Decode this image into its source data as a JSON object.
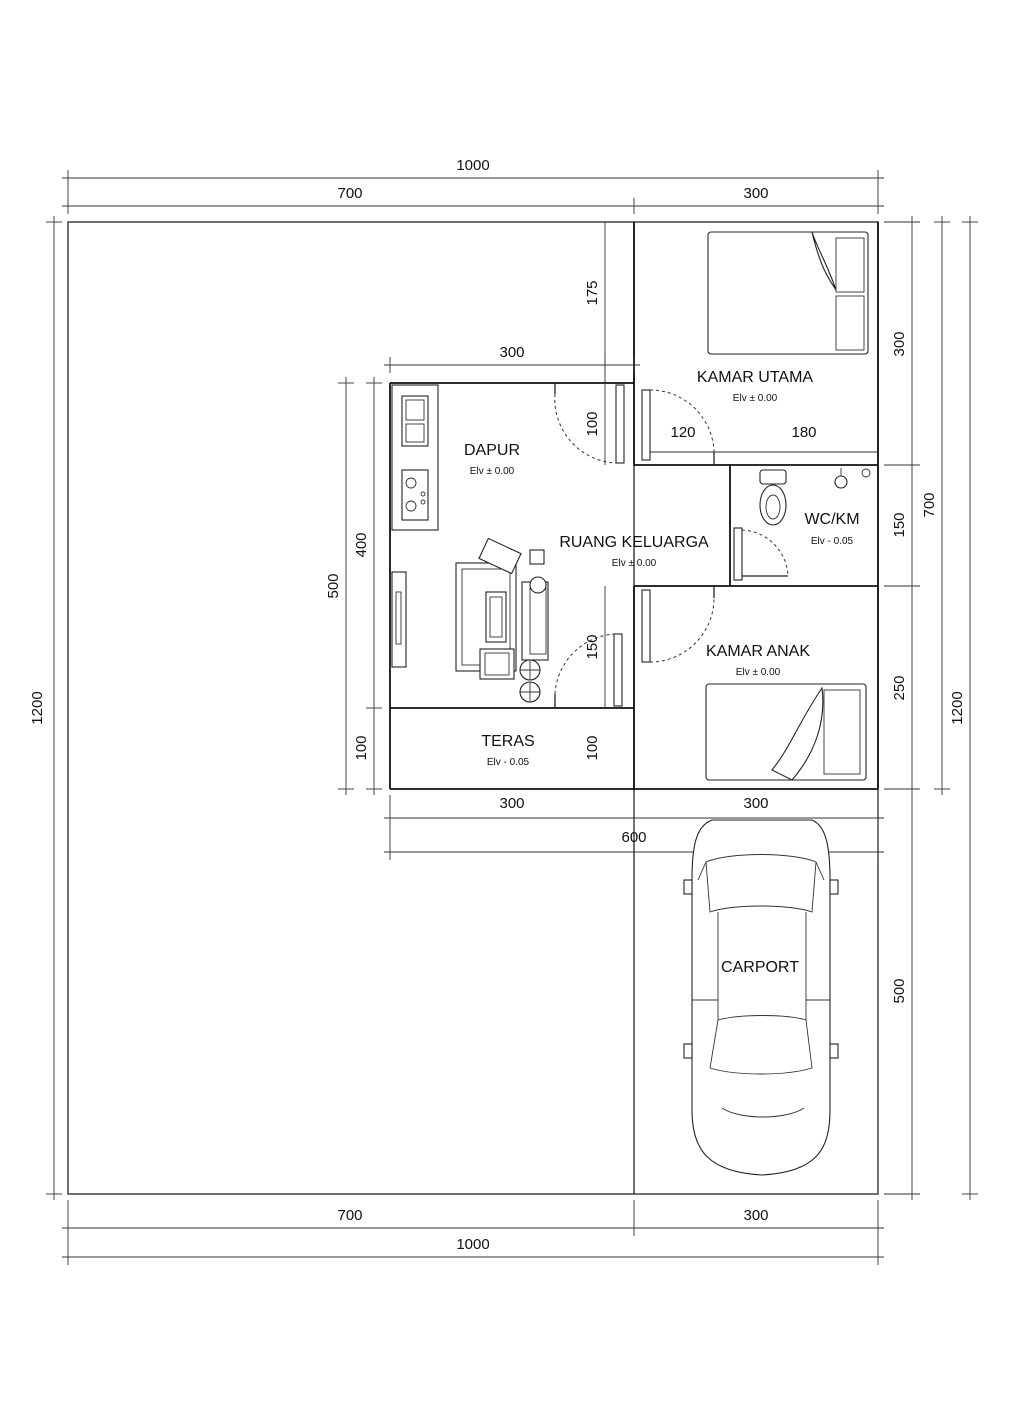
{
  "rooms": {
    "kamar_utama": {
      "label": "KAMAR UTAMA",
      "elevation": "Elv ± 0.00"
    },
    "dapur": {
      "label": "DAPUR",
      "elevation": "Elv ± 0.00"
    },
    "ruang_keluarga": {
      "label": "RUANG KELUARGA",
      "elevation": "Elv ± 0.00"
    },
    "wc_km": {
      "label": "WC/KM",
      "elevation": "Elv - 0.05"
    },
    "kamar_anak": {
      "label": "KAMAR ANAK",
      "elevation": "Elv ± 0.00"
    },
    "teras": {
      "label": "TERAS",
      "elevation": "Elv - 0.05"
    },
    "carport": {
      "label": "CARPORT"
    }
  },
  "dimensions": {
    "top_total": "1000",
    "top_left": "700",
    "top_right": "300",
    "bottom_left": "700",
    "bottom_right": "300",
    "bottom_total": "1000",
    "left_total": "1200",
    "right_total": "1200",
    "right_house": "700",
    "right_kamar_utama": "300",
    "right_wc": "150",
    "right_kamar_anak": "250",
    "right_carport": "500",
    "house_top": "300",
    "house_left_total": "500",
    "house_left_main": "400",
    "house_left_teras": "100",
    "kamar_utama_height": "175",
    "door_dapur": "100",
    "corridor_120": "120",
    "corridor_180": "180",
    "door_anak": "150",
    "teras_right": "100",
    "house_bottom_left": "300",
    "house_bottom_right": "300",
    "house_bottom_total": "600"
  }
}
